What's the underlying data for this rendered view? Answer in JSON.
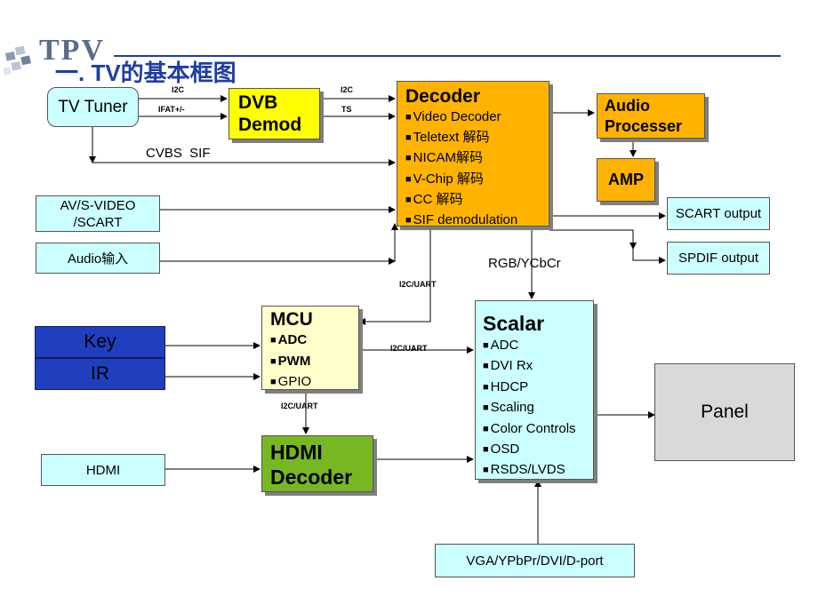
{
  "header": {
    "logo_text": "TPV",
    "title": "一. TV的基本框图"
  },
  "blocks": {
    "tv_tuner": "TV Tuner",
    "dvb_demod": [
      "DVB",
      "Demod"
    ],
    "decoder": {
      "title": "Decoder",
      "items": [
        "Video Decoder",
        "Teletext 解码",
        "NICAM解码",
        "V-Chip 解码",
        "CC 解码",
        "SIF demodulation"
      ]
    },
    "audio_processer": [
      "Audio",
      "Processer"
    ],
    "amp": "AMP",
    "av_input": [
      "AV/S-VIDEO",
      "/SCART"
    ],
    "audio_input": "Audio输入",
    "scart_output": "SCART output",
    "spdif_output": "SPDIF output",
    "mcu": {
      "title": "MCU",
      "items": [
        "ADC",
        "PWM",
        "GPIO"
      ]
    },
    "key": "Key",
    "ir": "IR",
    "hdmi_decoder": [
      "HDMI",
      "Decoder"
    ],
    "hdmi_input": "HDMI",
    "scalar": {
      "title": "Scalar",
      "items": [
        "ADC",
        "DVI Rx",
        "HDCP",
        "Scaling",
        "Color Controls",
        "OSD",
        "RSDS/LVDS"
      ]
    },
    "panel": "Panel",
    "vga_input": "VGA/YPbPr/DVI/D-port"
  },
  "signals": {
    "tuner_demod_i2c": "I2C",
    "tuner_demod_ifat": "IFAT+/-",
    "demod_decoder_i2c": "I2C",
    "demod_decoder_ts": "TS",
    "cvbs_sif": "CVBS  SIF",
    "rgb_ycbcr": "RGB/YCbCr",
    "decoder_mcu_bus": "I2C/UART",
    "mcu_scalar_bus": "I2C/UART",
    "mcu_hdmi_bus": "I2C/UART"
  },
  "colors": {
    "yellow": "#ffff00",
    "orange": "#ffb300",
    "light_blue": "#ccffff",
    "pale_yellow": "#ffffcc",
    "green": "#77b822",
    "blue": "#1f3fbf",
    "gray": "#d9d9d9",
    "title_blue": "#1f3f9f"
  }
}
